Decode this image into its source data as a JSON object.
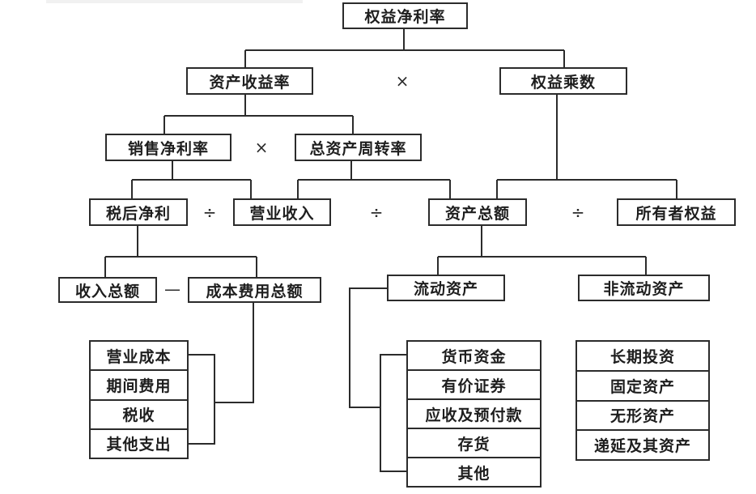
{
  "diagram": {
    "title": "杜邦分析体系",
    "root": "权益净利率",
    "level1": {
      "left": "资产收益率",
      "operator": "×",
      "right": "权益乘数"
    },
    "level2": {
      "left": "销售净利率",
      "operator": "×",
      "right": "总资产周转率"
    },
    "level3": {
      "nodes": [
        "税后净利",
        "营业收入",
        "资产总额",
        "所有者权益"
      ],
      "operators": [
        "÷",
        "÷",
        "÷"
      ]
    },
    "level4": {
      "left": {
        "nodes": [
          "收入总额",
          "成本费用总额"
        ],
        "operator": "—"
      },
      "right": {
        "nodes": [
          "流动资产",
          "非流动资产"
        ]
      }
    },
    "lists": {
      "cost_items": [
        "营业成本",
        "期间费用",
        "税收",
        "其他支出"
      ],
      "current_assets": [
        "货币资金",
        "有价证券",
        "应收及预付款",
        "存货",
        "其他"
      ],
      "noncurrent_assets": [
        "长期投资",
        "固定资产",
        "无形资产",
        "递延及其资产"
      ]
    }
  }
}
